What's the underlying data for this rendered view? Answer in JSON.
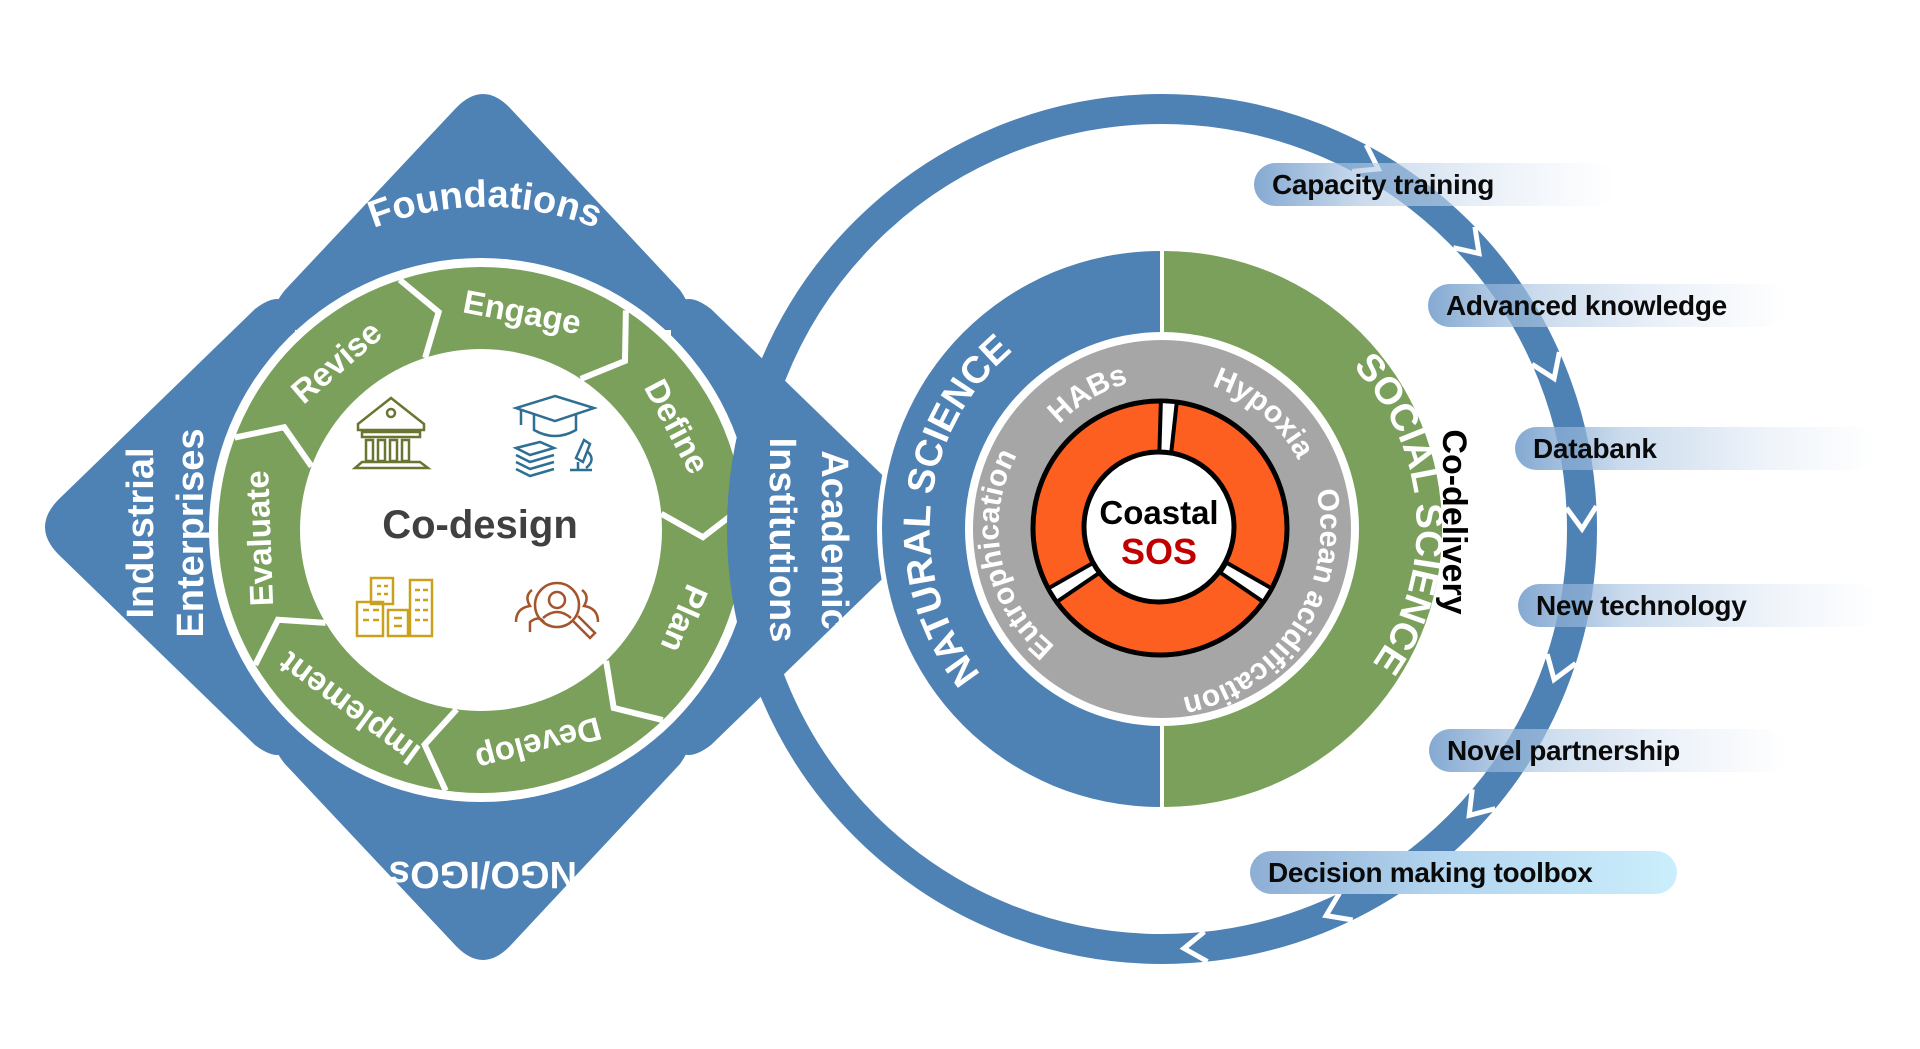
{
  "diagram": {
    "colors": {
      "blue": "#4e81b4",
      "green": "#7aa05c",
      "gray": "#a6a6a6",
      "orange": "#fd5f20",
      "sos_red": "#c00000",
      "core_text": "#404040",
      "icon_bank": "#6b7431",
      "icon_academic": "#2f6f93",
      "icon_city": "#c9a11c",
      "icon_people": "#a4552b"
    },
    "stakeholders": {
      "top": "Foundations",
      "left": [
        "Industrial",
        "Enterprises"
      ],
      "right": [
        "Academic",
        "Institutions"
      ],
      "bottom": "NGO/IGOs"
    },
    "codesign": {
      "title": "Co-design",
      "cycle_steps": [
        "Engage",
        "Define",
        "Plan",
        "Develop",
        "Implement",
        "Evaluate",
        "Revise"
      ],
      "icons": [
        "bank-icon",
        "academic-research-icon",
        "city-buildings-icon",
        "people-search-icon"
      ]
    },
    "core": {
      "title_line1": "Coastal",
      "title_line2": "SOS",
      "issues": [
        "HABs",
        "Hypoxia",
        "Ocean acidification",
        "Eutrophication"
      ],
      "disciplines": [
        "NATURAL SCIENCE",
        "SOCIAL SCIENCE"
      ]
    },
    "codelivery": {
      "title": "Co-delivery",
      "outputs": [
        "Capacity training",
        "Advanced knowledge",
        "Databank",
        "New technology",
        "Novel partnership",
        "Decision making toolbox"
      ]
    }
  }
}
